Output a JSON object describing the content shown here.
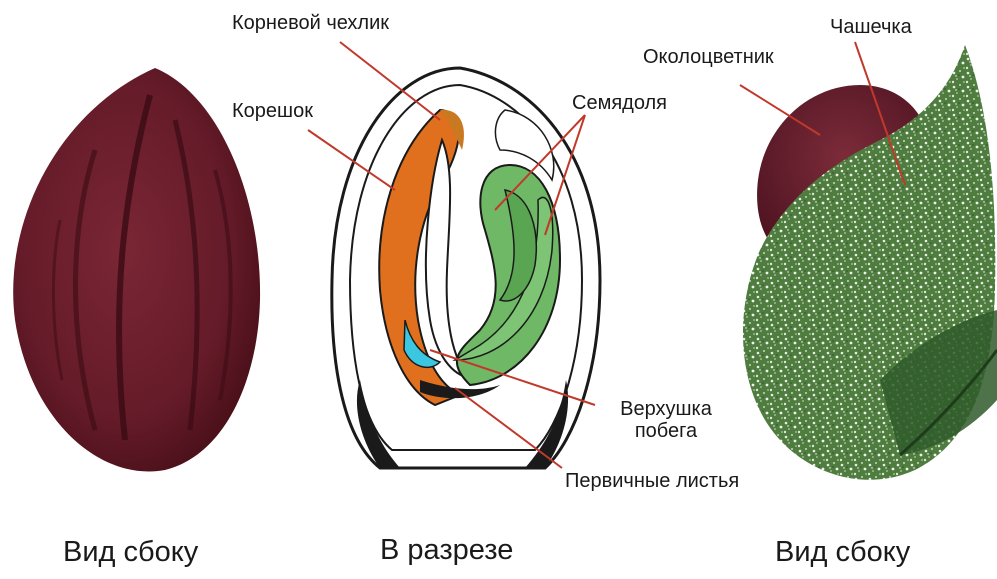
{
  "labels": {
    "root_cap": "Корневой чехлик",
    "radicle": "Корешок",
    "cotyledon": "Семядоля",
    "shoot_apex_line1": "Верхушка",
    "shoot_apex_line2": "побега",
    "primary_leaves": "Первичные листья",
    "calyx": "Чашечка",
    "perianth": "Околоцветник"
  },
  "captions": {
    "left": "Вид сбоку",
    "middle": "В разрезе",
    "right": "Вид сбоку"
  },
  "colors": {
    "seed_coat": "#6b1c2a",
    "radicle": "#e0701e",
    "root_cap": "#c9791f",
    "cotyledon": "#6fb866",
    "shoot_apex": "#3cc7e0",
    "perianth": "#5f8d4c",
    "leader_line": "#c0392b"
  },
  "icons": [
    "seed-side-view-illustration",
    "seed-cross-section-illustration",
    "fruit-with-perianth-illustration"
  ]
}
